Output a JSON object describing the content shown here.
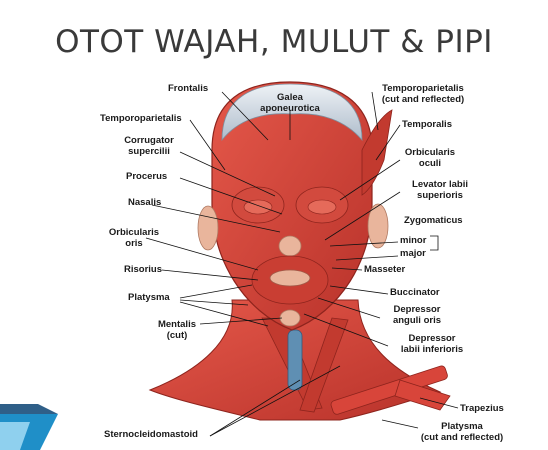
{
  "title": "OTOT WAJAH, MULUT & PIPI",
  "labels": {
    "frontalis": "Frontalis",
    "galea_1": "Galea",
    "galea_2": "aponeurotica",
    "temporoparietalis_cut_1": "Temporoparietalis",
    "temporoparietalis_cut_2": "(cut and reflected)",
    "temporoparietalis": "Temporoparietalis",
    "temporalis": "Temporalis",
    "corrugator_1": "Corrugator",
    "corrugator_2": "supercilii",
    "orbicularis_oculi_1": "Orbicularis",
    "orbicularis_oculi_2": "oculi",
    "procerus": "Procerus",
    "levator_1": "Levator labii",
    "levator_2": "superioris",
    "nasalis": "Nasalis",
    "zygomaticus": "Zygomaticus",
    "zyg_minor": "minor",
    "zyg_major": "major",
    "orbicularis_oris_1": "Orbicularis",
    "orbicularis_oris_2": "oris",
    "risorius": "Risorius",
    "masseter": "Masseter",
    "buccinator": "Buccinator",
    "platysma": "Platysma",
    "depressor_anguli_1": "Depressor",
    "depressor_anguli_2": "anguli oris",
    "mentalis_1": "Mentalis",
    "mentalis_2": "(cut)",
    "depressor_labii_1": "Depressor",
    "depressor_labii_2": "labii inferioris",
    "trapezius": "Trapezius",
    "sternocleidomastoid": "Sternocleidomastoid",
    "platysma_cut_1": "Platysma",
    "platysma_cut_2": "(cut and reflected)"
  },
  "colors": {
    "muscle": "#d8453a",
    "muscle_dark": "#a42a22",
    "scalp": "#c9d3dd",
    "skin": "#e9b59c",
    "title": "#3a3a3a",
    "corner_accent": "#1f8fc8"
  }
}
